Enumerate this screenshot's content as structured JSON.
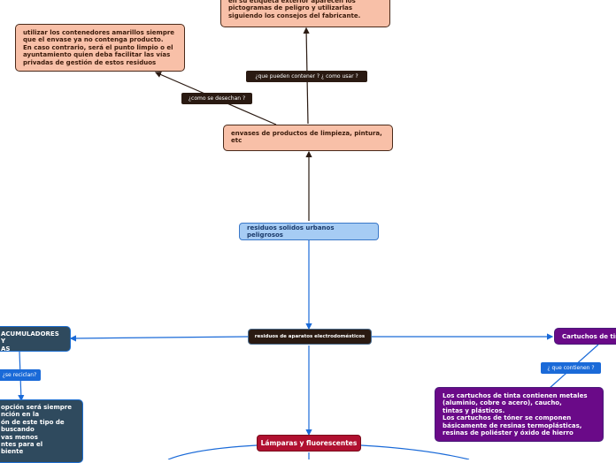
{
  "nodes": {
    "top_text": "en su etiqueta exterior aparecen los\npictogramas de peligro y utilizarlas\nsiguiendo los consejos del fabricante.",
    "containers_text": "utilizar los contenedores amarillos siempre\nque el envase ya no contenga producto.\nEn caso contrario, será el punto limpio o el\nayuntamiento quien deba facilitar las vías\nprivadas de gestión de estos residuos",
    "envases": "envases de productos de limpieza, pintura,\netc",
    "root": "residuos solidos urbanos peligrosos",
    "electro": "residuos de aparatos electrodomésticos",
    "acumuladores": "ACUMULADORES Y\nAS",
    "reciclan_text": "opción será siempre\nnción en la\nón de este tipo de\n buscando\nvas menos\nntes para el\nbiente",
    "cartuchos": "Cartuchos de tin",
    "cartuchos_text": "Los cartuchos de tinta contienen metales\n(aluminio, cobre o acero), caucho,\ntintas y plásticos.\nLos cartuchos de tóner se componen\nbásicamente de resinas termoplásticas,\nresinas de poliéster y óxido de hierro",
    "lamparas": "Lámparas y fluorescentes"
  },
  "labels": {
    "que_pueden": "¿que pueden contener ?  ¿ como usar ?",
    "como_desechan": "¿como se desechan ?",
    "se_reciclan": "¿se reciclan?",
    "que_contienen": "¿ que contienen ?"
  },
  "colors": {
    "brown_line": "#2a1a12",
    "blue_line": "#1a6ad8",
    "salmon": "#f8c0a8",
    "root_blue": "#a6ccf4",
    "purple": "#6a0a88",
    "slate": "#2f4a5e",
    "crimson": "#b01030"
  }
}
